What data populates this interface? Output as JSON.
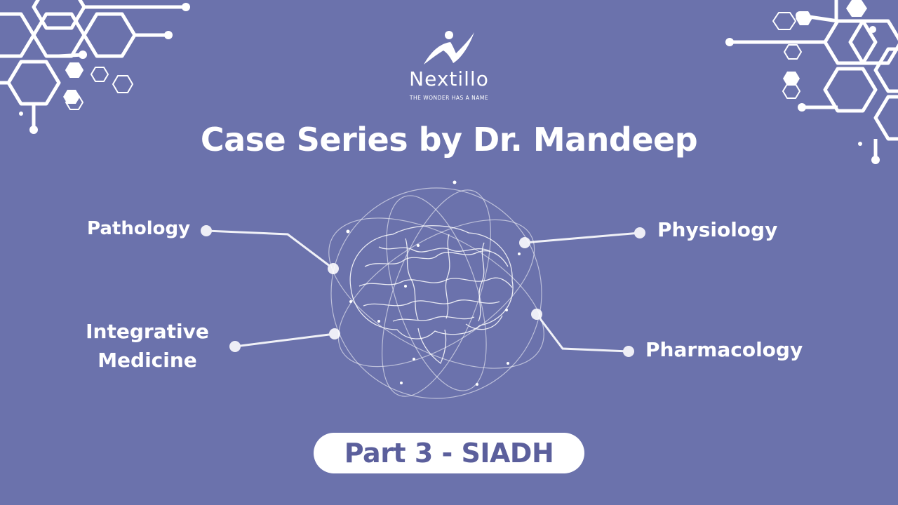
{
  "brand": {
    "name": "Nextillo",
    "tagline": "THE WONDER HAS A NAME",
    "logo_icon": "runner-logo-icon"
  },
  "title": "Case Series by Dr. Mandeep",
  "topics": {
    "pathology": "Pathology",
    "physiology": "Physiology",
    "integrative_line1": "Integrative",
    "integrative_line2": "Medicine",
    "pharmacology": "Pharmacology"
  },
  "central_graphic": "brain-orbit-icon",
  "footer": {
    "part_label": "Part 3 - SIADH"
  },
  "colors": {
    "background": "#6b72ac",
    "foreground": "#ffffff",
    "pill_text": "#5b5f9c"
  }
}
